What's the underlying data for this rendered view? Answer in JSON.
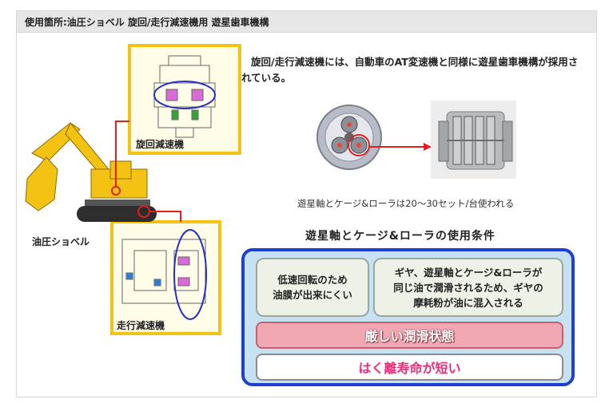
{
  "header": {
    "title": "使用箇所:油圧ショベル 旋回/走行減速機用 遊星歯車機構"
  },
  "intro": {
    "text": "旋回/走行減速機には、自動車のAT変速機と同様に遊星歯車機構が採用されている。"
  },
  "diagram": {
    "excavator_label": "油圧ショベル",
    "swing_label": "旋回減速機",
    "travel_label": "走行減速機"
  },
  "caption": "遊星軸とケージ&ローラは20〜30セット/台使われる",
  "conditions": {
    "title": "遊星軸とケージ&ローラの使用条件",
    "box1": "低速回転のため\n油膜が出来にくい",
    "box2": "ギヤ、遊星軸とケージ&ローラが\n同じ油で潤滑されるため、ギヤの\n摩耗粉が油に混入される",
    "severe": "厳しい潤滑状態",
    "short_life": "はく離寿命が短い"
  },
  "colors": {
    "panel_border": "#1f3fd0",
    "panel_bg": "#c6e2f2",
    "severe_bg": "#f2a8b2",
    "short_life_text": "#ee2d7a",
    "callout_red": "#e02020",
    "excavator_yellow": "#f3c212"
  }
}
